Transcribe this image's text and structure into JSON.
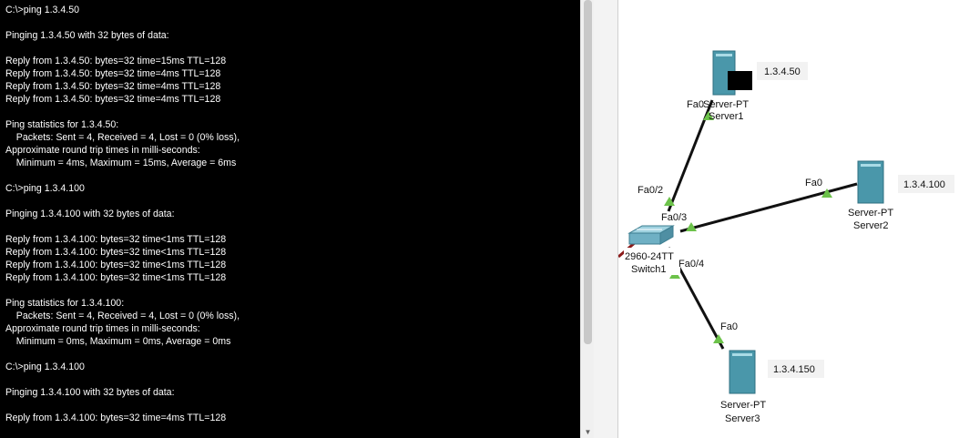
{
  "terminal": {
    "lines": [
      "C:\\>ping 1.3.4.50",
      "",
      "Pinging 1.3.4.50 with 32 bytes of data:",
      "",
      "Reply from 1.3.4.50: bytes=32 time=15ms TTL=128",
      "Reply from 1.3.4.50: bytes=32 time=4ms TTL=128",
      "Reply from 1.3.4.50: bytes=32 time=4ms TTL=128",
      "Reply from 1.3.4.50: bytes=32 time=4ms TTL=128",
      "",
      "Ping statistics for 1.3.4.50:",
      "    Packets: Sent = 4, Received = 4, Lost = 0 (0% loss),",
      "Approximate round trip times in milli-seconds:",
      "    Minimum = 4ms, Maximum = 15ms, Average = 6ms",
      "",
      "C:\\>ping 1.3.4.100",
      "",
      "Pinging 1.3.4.100 with 32 bytes of data:",
      "",
      "Reply from 1.3.4.100: bytes=32 time<1ms TTL=128",
      "Reply from 1.3.4.100: bytes=32 time<1ms TTL=128",
      "Reply from 1.3.4.100: bytes=32 time<1ms TTL=128",
      "Reply from 1.3.4.100: bytes=32 time<1ms TTL=128",
      "",
      "Ping statistics for 1.3.4.100:",
      "    Packets: Sent = 4, Received = 4, Lost = 0 (0% loss),",
      "Approximate round trip times in milli-seconds:",
      "    Minimum = 0ms, Maximum = 0ms, Average = 0ms",
      "",
      "C:\\>ping 1.3.4.100",
      "",
      "Pinging 1.3.4.100 with 32 bytes of data:",
      "",
      "Reply from 1.3.4.100: bytes=32 time=4ms TTL=128"
    ]
  },
  "scrollbar": {
    "down_glyph": "▼"
  },
  "topology": {
    "switch": {
      "model": "2960-24TT",
      "name": "Switch1"
    },
    "server1": {
      "model": "Server-PT",
      "name": "Server1",
      "ip": "1.3.4.50",
      "port": "Fa0"
    },
    "server2": {
      "model": "Server-PT",
      "name": "Server2",
      "ip": "1.3.4.100",
      "port": "Fa0"
    },
    "server3": {
      "model": "Server-PT",
      "name": "Server3",
      "ip": "1.3.4.150",
      "port": "Fa0"
    },
    "switch_ports": {
      "to_server1": "Fa0/2",
      "to_server2": "Fa0/3",
      "to_server3": "Fa0/4"
    },
    "colors": {
      "link": "#111111",
      "link_up": "#6cc24a",
      "server_body": "#4a97aa",
      "server_dark": "#2f6f80",
      "switch_body": "#6fb0c4",
      "uplink": "#8b1a1a"
    }
  }
}
